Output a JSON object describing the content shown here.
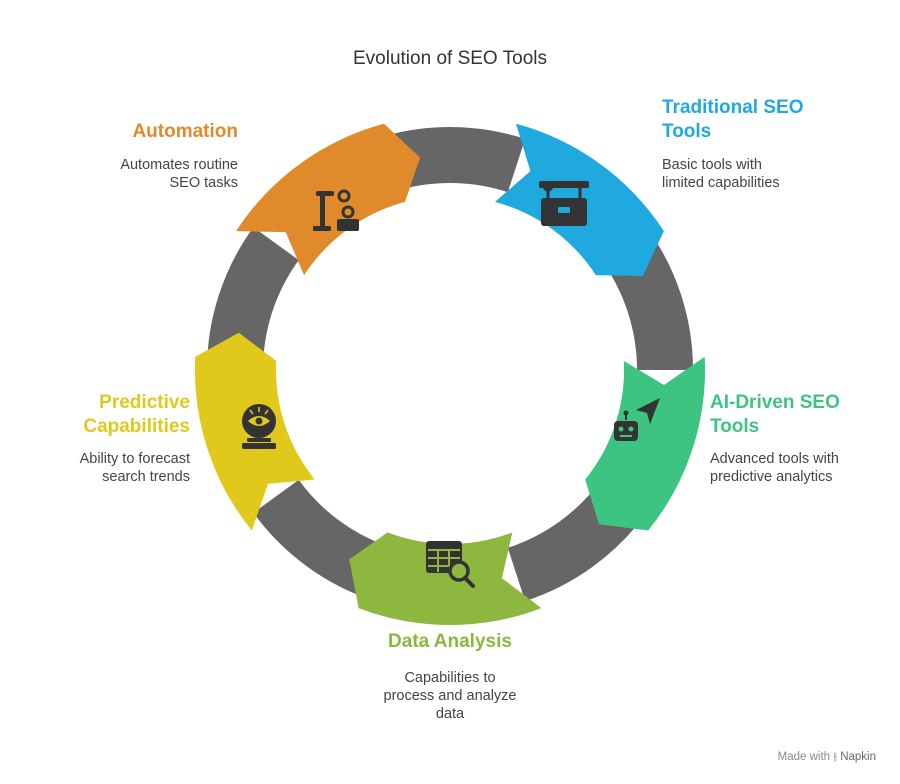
{
  "title": "Evolution of SEO Tools",
  "colors": {
    "ring": "#666666",
    "automation": "#E08A2C",
    "traditional": "#1FA9DF",
    "ai": "#3EC481",
    "data": "#8DB73E",
    "predictive": "#E1C91C",
    "icon": "#333333"
  },
  "stages": [
    {
      "key": "traditional",
      "title_line1": "Traditional SEO",
      "title_line2": "Tools",
      "desc_line1": "Basic tools with",
      "desc_line2": "limited capabilities",
      "icon": "toolbox-icon"
    },
    {
      "key": "ai",
      "title_line1": "AI-Driven SEO",
      "title_line2": "Tools",
      "desc_line1": "Advanced tools with",
      "desc_line2": "predictive analytics",
      "icon": "robot-navigation-icon"
    },
    {
      "key": "data",
      "title_line1": "Data Analysis",
      "desc_line1": "Capabilities to",
      "desc_line2": "process and analyze",
      "desc_line3": "data",
      "icon": "table-search-icon"
    },
    {
      "key": "predictive",
      "title_line1": "Predictive",
      "title_line2": "Capabilities",
      "desc_line1": "Ability to forecast",
      "desc_line2": "search trends",
      "icon": "crystal-ball-icon"
    },
    {
      "key": "automation",
      "title_line1": "Automation",
      "desc_line1": "Automates routine",
      "desc_line2": "SEO tasks",
      "icon": "robot-arm-icon"
    }
  ],
  "footer": {
    "made_with": "Made with",
    "brand": "Napkin"
  }
}
